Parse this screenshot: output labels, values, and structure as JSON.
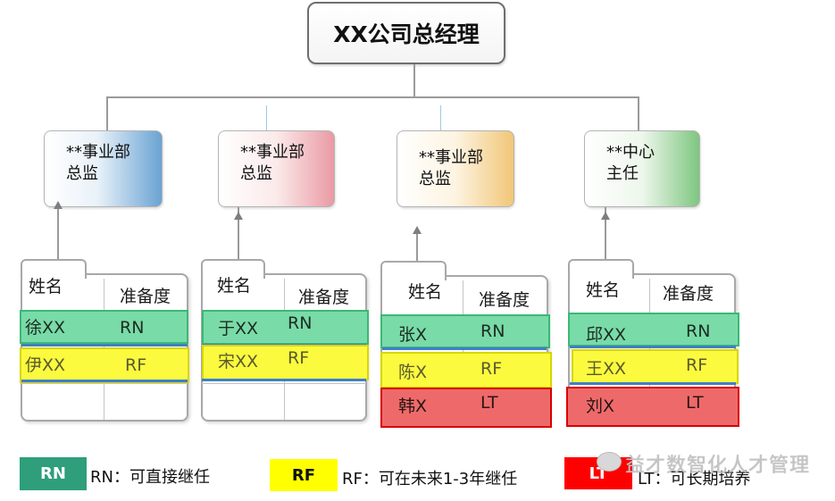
{
  "top": {
    "title": "XX公司总经理"
  },
  "directors": [
    {
      "line1": "**事业部",
      "line2": "总监"
    },
    {
      "line1": "**事业部",
      "line2": "总监"
    },
    {
      "line1": "**事业部",
      "line2": "总监"
    },
    {
      "line1": "**中心",
      "line2": "主任"
    }
  ],
  "tables": [
    {
      "header_name": "姓名",
      "header_readiness": "准备度",
      "rows": [
        {
          "name": "徐XX",
          "level": "RN"
        },
        {
          "name": "伊XX",
          "level": "RF"
        }
      ]
    },
    {
      "header_name": "姓名",
      "header_readiness": "准备度",
      "rows": [
        {
          "name": "于XX",
          "level": "RN"
        },
        {
          "name": "宋XX",
          "level": "RF"
        }
      ]
    },
    {
      "header_name": "姓名",
      "header_readiness": "准备度",
      "rows": [
        {
          "name": "张X",
          "level": "RN"
        },
        {
          "name": "陈X",
          "level": "RF"
        },
        {
          "name": "韩X",
          "level": "LT"
        }
      ]
    },
    {
      "header_name": "姓名",
      "header_readiness": "准备度",
      "rows": [
        {
          "name": "邱XX",
          "level": "RN"
        },
        {
          "name": "王XX",
          "level": "RF"
        },
        {
          "name": "刘X",
          "level": "LT"
        }
      ]
    }
  ],
  "legend": [
    {
      "key": "RN",
      "desc": "RN：可直接继任",
      "color": "#2e9e7b"
    },
    {
      "key": "RF",
      "desc": "RF：可在未来1-3年继任",
      "color": "#ffff00"
    },
    {
      "key": "LT",
      "desc": "LT：可长期培养",
      "color": "#ff0000"
    }
  ],
  "watermark": "益才数智化人才管理",
  "colors": {
    "rn_fill": "#79dba8",
    "rf_fill": "#fbfa3e",
    "lt_fill": "#ee6a6a"
  }
}
